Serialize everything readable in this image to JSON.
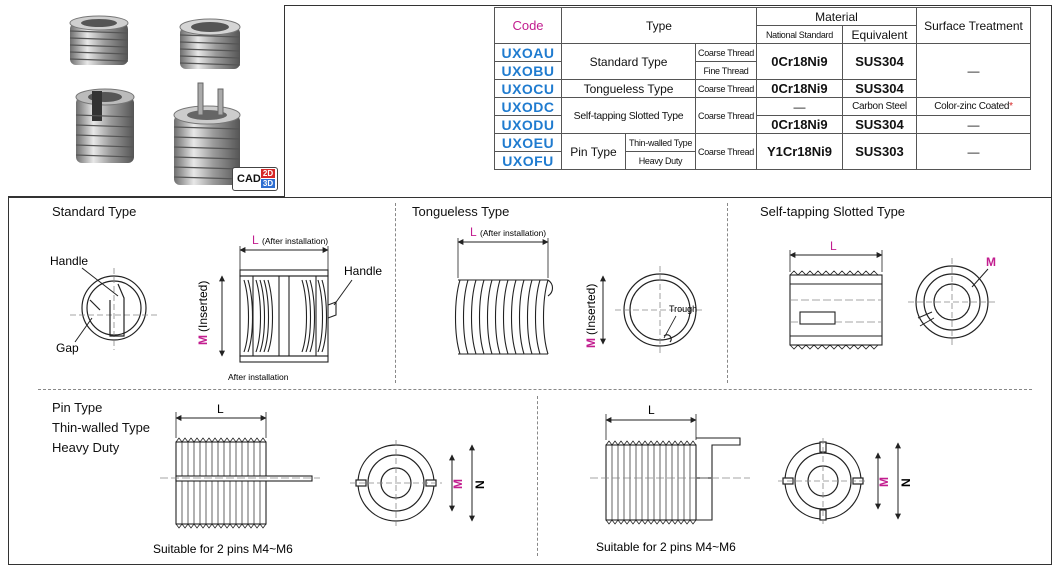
{
  "cad": {
    "text": "CAD",
    "d2": "2D",
    "d3": "3D"
  },
  "table": {
    "headers": {
      "code": "Code",
      "type": "Type",
      "material": "Material",
      "national": "National Standard",
      "equivalent": "Equivalent",
      "surface": "Surface Treatment"
    },
    "rows": {
      "uxoau": {
        "code": "UXOAU",
        "type": "Standard Type",
        "thread": "Coarse Thread",
        "national": "0Cr18Ni9",
        "equivalent": "SUS304"
      },
      "uxobu": {
        "code": "UXOBU",
        "thread": "Fine Thread",
        "surface": "—"
      },
      "uxocu": {
        "code": "UXOCU",
        "type": "Tongueless Type",
        "thread": "Coarse Thread",
        "national": "0Cr18Ni9",
        "equivalent": "SUS304"
      },
      "uxodc": {
        "code": "UXODC",
        "type": "Self-tapping Slotted Type",
        "thread": "Coarse Thread",
        "national": "—",
        "equivalent": "Carbon Steel",
        "surface": "Color-zinc Coated",
        "star": "*"
      },
      "uxodu": {
        "code": "UXODU",
        "national": "0Cr18Ni9",
        "equivalent": "SUS304",
        "surface": "—"
      },
      "uxoeu": {
        "code": "UXOEU",
        "type": "Pin Type",
        "sub": "Thin-walled Type",
        "thread": "Coarse Thread",
        "national": "Y1Cr18Ni9",
        "equivalent": "SUS303",
        "surface": "—"
      },
      "uxofu": {
        "code": "UXOFU",
        "sub": "Heavy Duty"
      }
    }
  },
  "sections": {
    "standard": {
      "title": "Standard Type",
      "handle_left": "Handle",
      "gap": "Gap",
      "L": "L",
      "after": "(After installation)",
      "handle_right": "Handle",
      "M": "M",
      "inserted": "(Inserted)",
      "after_installation": "After installation"
    },
    "tongueless": {
      "title": "Tongueless Type",
      "L": "L",
      "after": "(After installation)",
      "M": "M",
      "inserted": "(Inserted)",
      "trough": "Trough"
    },
    "selftap": {
      "title": "Self-tapping Slotted Type",
      "L": "L",
      "M": "M"
    },
    "pin": {
      "title1": "Pin Type",
      "title2": "Thin-walled Type",
      "title3": "Heavy Duty",
      "L": "L",
      "M": "M",
      "N": "N",
      "note": "Suitable for 2 pins M4~M6"
    },
    "pin2": {
      "L": "L",
      "M": "M",
      "N": "N",
      "note": "Suitable for 2 pins M4~M6"
    }
  },
  "colors": {
    "code": "#1f7bcf",
    "code_header": "#c21d8f",
    "star": "#d62828"
  }
}
